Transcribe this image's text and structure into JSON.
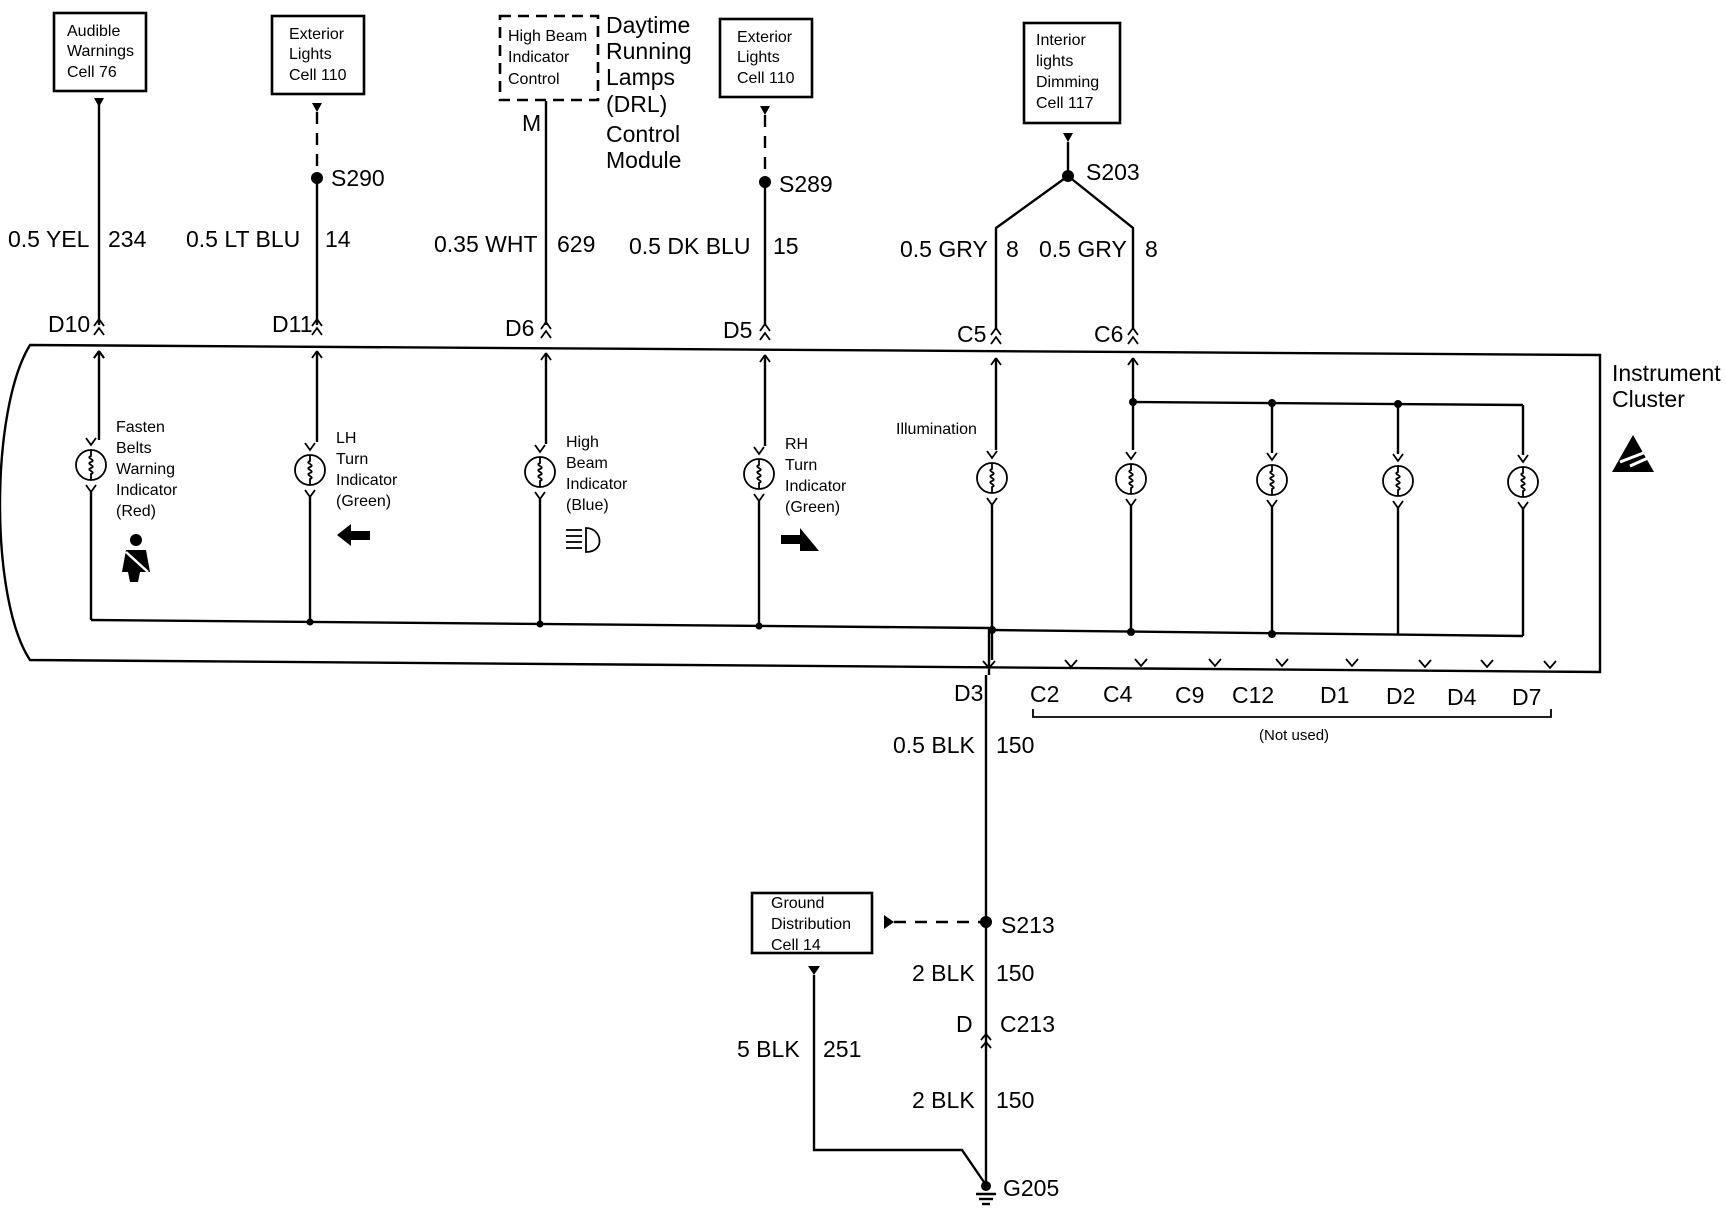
{
  "components": {
    "audible_warnings": [
      "Audible",
      "Warnings",
      "Cell 76"
    ],
    "exterior_lights_left": [
      "Exterior",
      "Lights",
      "Cell 110"
    ],
    "drl_control": [
      "High Beam",
      "Indicator",
      "Control"
    ],
    "drl_module_label": [
      "Daytime",
      "Running",
      "Lamps",
      "(DRL)",
      "Control",
      "Module"
    ],
    "exterior_lights_right": [
      "Exterior",
      "Lights",
      "Cell 110"
    ],
    "interior_dimming": [
      "Interior",
      "lights",
      "Dimming",
      "Cell 117"
    ],
    "instrument_cluster_label": [
      "Instrument",
      "Cluster"
    ],
    "ground_distribution": [
      "Ground",
      "Distribution",
      "Cell 14"
    ]
  },
  "pins": {
    "drl_m": "M",
    "d10": "D10",
    "d11": "D11",
    "d6": "D6",
    "d5": "D5",
    "c5": "C5",
    "c6": "C6",
    "d3": "D3",
    "c2": "C2",
    "c4": "C4",
    "c9": "C9",
    "c12": "C12",
    "d1": "D1",
    "d2": "D2",
    "d4": "D4",
    "d7": "D7",
    "not_used": "(Not used)",
    "c213_d": "D",
    "c213": "C213"
  },
  "splices": {
    "s290": "S290",
    "s289": "S289",
    "s203": "S203",
    "s213": "S213",
    "g205": "G205"
  },
  "wires": {
    "yel": {
      "gauge_color": "0.5 YEL",
      "circuit": "234"
    },
    "ltblu": {
      "gauge_color": "0.5 LT BLU",
      "circuit": "14"
    },
    "wht": {
      "gauge_color": "0.35 WHT",
      "circuit": "629"
    },
    "dkblu": {
      "gauge_color": "0.5 DK BLU",
      "circuit": "15"
    },
    "gry1": {
      "gauge_color": "0.5 GRY",
      "circuit": "8"
    },
    "gry2": {
      "gauge_color": "0.5 GRY",
      "circuit": "8"
    },
    "blk05": {
      "gauge_color": "0.5 BLK",
      "circuit": "150"
    },
    "blk2a": {
      "gauge_color": "2 BLK",
      "circuit": "150"
    },
    "blk2b": {
      "gauge_color": "2 BLK",
      "circuit": "150"
    },
    "blk5": {
      "gauge_color": "5 BLK",
      "circuit": "251"
    }
  },
  "indicators": {
    "fasten_belts": [
      "Fasten",
      "Belts",
      "Warning",
      "Indicator",
      "(Red)"
    ],
    "lh_turn": [
      "LH",
      "Turn",
      "Indicator",
      "(Green)"
    ],
    "high_beam": [
      "High",
      "Beam",
      "Indicator",
      "(Blue)"
    ],
    "rh_turn": [
      "RH",
      "Turn",
      "Indicator",
      "(Green)"
    ],
    "illumination": "Illumination"
  }
}
